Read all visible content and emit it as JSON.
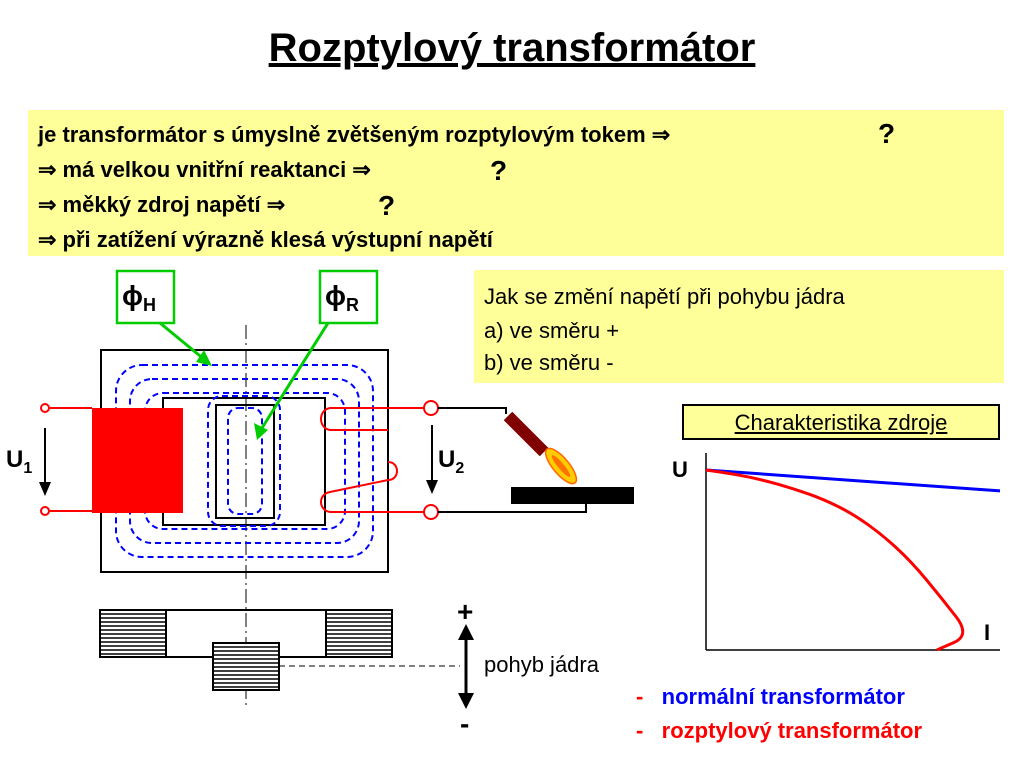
{
  "title": "Rozptylový transformátor",
  "intro": {
    "lines": [
      "je transformátor s úmyslně zvětšeným rozptylovým tokem ⇒",
      "⇒ má velkou vnitřní reaktanci ⇒",
      "⇒ měkký zdroj napětí ⇒",
      "⇒ při zatížení výrazně klesá výstupní napětí"
    ],
    "question_mark": "?"
  },
  "question": {
    "lines": [
      "Jak se změní napětí při pohybu jádra",
      "a) ve směru +",
      "b) ve směru -"
    ]
  },
  "labels": {
    "phi": "ϕ",
    "phi_h_sub": "H",
    "phi_r_sub": "R",
    "u": "U",
    "u1_sub": "1",
    "u2_sub": "2",
    "plus": "+",
    "minus": "-",
    "core_motion": "pohyb jádra"
  },
  "colors": {
    "yellow": "#ffff99",
    "red": "#ff0000",
    "blue": "#0000ff",
    "green": "#00cc00",
    "dark_red": "#800000"
  },
  "chart_data": {
    "type": "line",
    "title": "Charakteristika zdroje",
    "xlabel": "I",
    "ylabel": "U",
    "x": [
      0,
      0.1,
      0.2,
      0.3,
      0.4,
      0.5,
      0.6,
      0.7,
      0.8,
      0.9,
      1.0
    ],
    "series": [
      {
        "name": "normální transformátor",
        "color": "#0000ff",
        "values": [
          0.86,
          0.85,
          0.84,
          0.83,
          0.82,
          0.81,
          0.8,
          0.79,
          0.78,
          0.77,
          0.76
        ]
      },
      {
        "name": "rozptylový transformátor",
        "color": "#ff0000",
        "values": [
          0.86,
          0.84,
          0.81,
          0.77,
          0.72,
          0.65,
          0.55,
          0.42,
          0.25,
          0.07,
          null
        ]
      }
    ],
    "legend": {
      "marker": "-"
    }
  }
}
